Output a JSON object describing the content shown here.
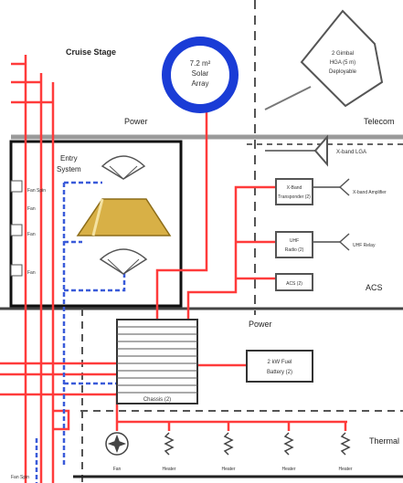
{
  "labels": {
    "cruise_stage": "Cruise Stage",
    "solar_array_line1": "7.2 m²",
    "solar_array_line2": "Solar",
    "solar_array_line3": "Array",
    "power_top": "Power",
    "power_mid": "Power",
    "telecom": "Telecom",
    "entry_system_line1": "Entry",
    "entry_system_line2": "System",
    "acs": "ACS",
    "thermal": "Thermal",
    "chassis": "Chassis (2)",
    "battery_line1": "2 kW Fuel",
    "battery_line2": "Battery (2)",
    "antenna_dish_line1": "2 Gimbal",
    "antenna_dish_line2": "HGA (5 m)",
    "antenna_dish_line3": "Deployable",
    "antenna_small": "X-band LGA",
    "box_upper_line1": "X-Band",
    "box_upper_line2": "Transponder (2)",
    "box_upper_side": "X-band Amplifier",
    "box_lower_line1": "UHF",
    "box_lower_line2": "Radio (2)",
    "box_lower_side": "UHF Relay",
    "box_acs": "ACS (2)",
    "bottom_1": "Fan",
    "bottom_2": "Heater",
    "bottom_3": "Heater",
    "bottom_4": "Heater",
    "bottom_5": "Heater",
    "left_edge_1": "Fan Spin",
    "left_edge_2": "Fan",
    "left_edge_3": "Fan",
    "left_edge_4": "Fan",
    "left_edge_5": "Fan Spin"
  },
  "colors": {
    "power_red": "#ff3b3b",
    "data_blue": "#3a5bd9",
    "structure_gray": "#8a8a8a",
    "array_blue": "#1a3cd6",
    "heatshield_gold": "#d8b046"
  }
}
